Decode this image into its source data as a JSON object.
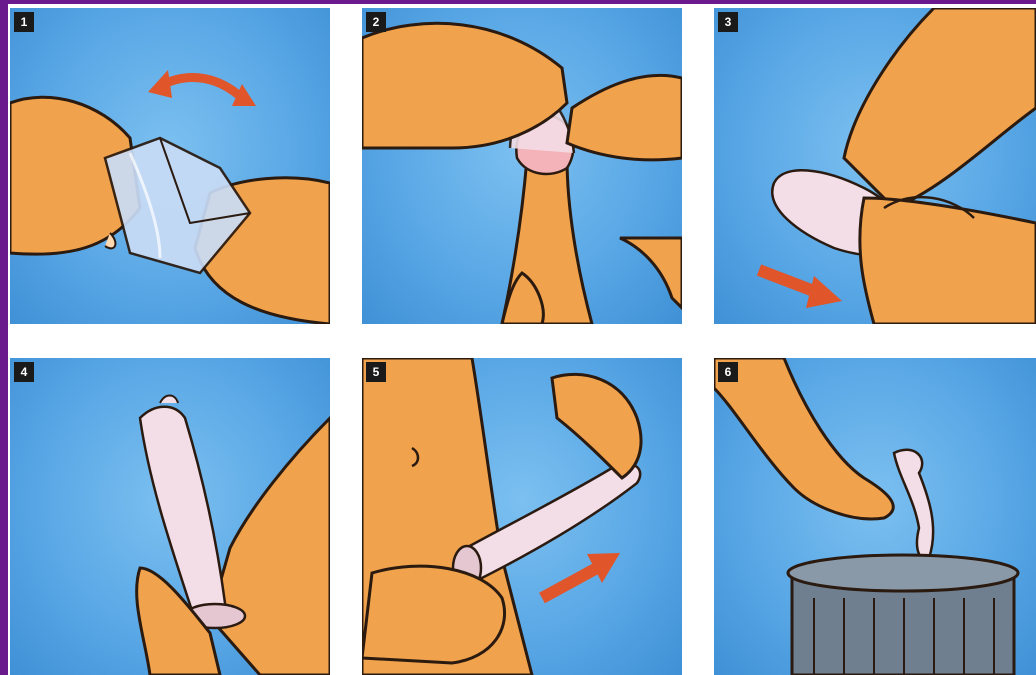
{
  "steps": [
    {
      "number": "1"
    },
    {
      "number": "2"
    },
    {
      "number": "3"
    },
    {
      "number": "4"
    },
    {
      "number": "5"
    },
    {
      "number": "6"
    }
  ],
  "colors": {
    "frame": "#6a1a8c",
    "panel_background": "#5aa8e6",
    "skin": "#f0a24c",
    "outline": "#2a1a10",
    "condom": "#f3dde6",
    "arrow": "#e0552a",
    "bin": "#6f7f8f"
  },
  "icons": [
    "curved-double-arrow-icon",
    "arrow-icon"
  ]
}
